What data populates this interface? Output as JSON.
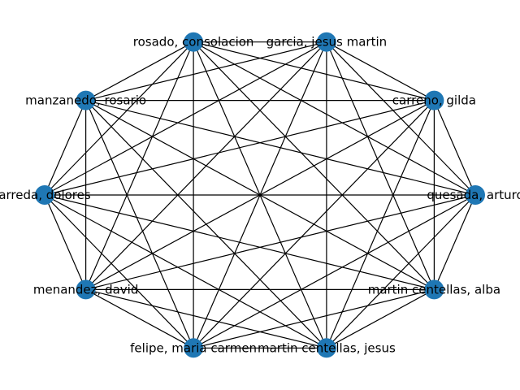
{
  "graph": {
    "type": "complete-graph",
    "node_color": "#1f77b4",
    "edge_color": "#000000",
    "nodes": [
      "quesada, arturo",
      "carreno, gilda",
      "garcia, jesus martin",
      "rosado, consolacion",
      "manzanedo, rosario",
      "arreda, dolores",
      "menandez, david",
      "felipe, maria carmen",
      "martin centellas, jesus",
      "martin centellas, alba"
    ]
  }
}
